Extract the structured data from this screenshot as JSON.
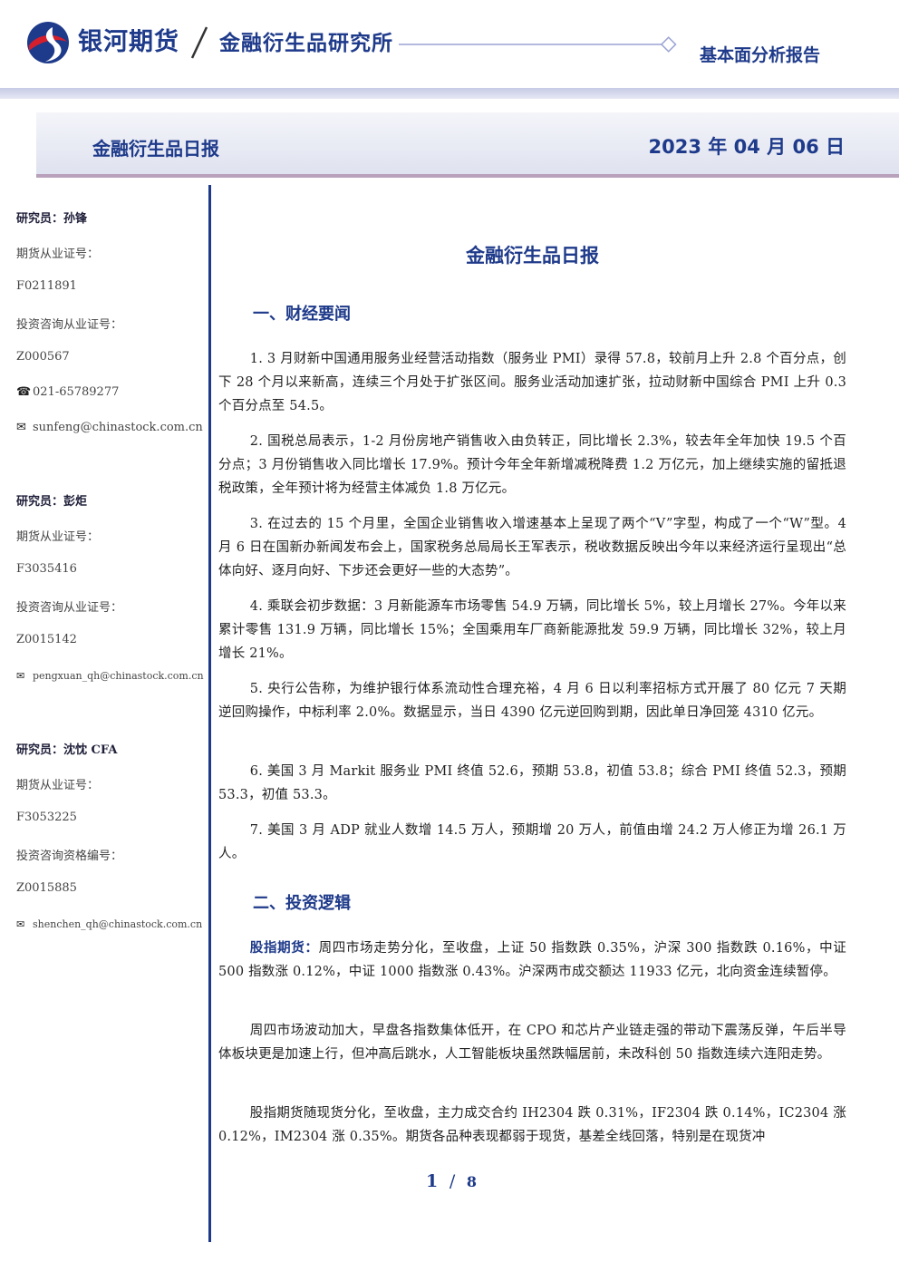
{
  "header": {
    "brand": "银河期货",
    "institute": "金融衍生品研究所",
    "report_type": "基本面分析报告"
  },
  "title_band": {
    "series": "金融衍生品日报",
    "date": "2023 年 04 月 06 日"
  },
  "analysts": [
    {
      "name_line": "研究员：孙锋",
      "futures_label": "期货从业证号：",
      "futures_id": "F0211891",
      "consult_label": "投资咨询从业证号：",
      "consult_id": "Z000567",
      "phone": "021-65789277",
      "email": "sunfeng@chinastock.com.cn"
    },
    {
      "name_line": "研究员：彭炬",
      "futures_label": "期货从业证号：",
      "futures_id": "F3035416",
      "consult_label": "投资咨询从业证号：",
      "consult_id": "Z0015142",
      "email": "pengxuan_qh@chinastock.com.cn"
    },
    {
      "name_line": "研究员：沈忱 CFA",
      "futures_label": "期货从业证号：",
      "futures_id": "F3053225",
      "consult_label": "投资咨询资格编号：",
      "consult_id": "Z0015885",
      "email": "shenchen_qh@chinastock.com.cn"
    }
  ],
  "main": {
    "title": "金融衍生品日报",
    "section1": "一、财经要闻",
    "news": [
      "1. 3 月财新中国通用服务业经营活动指数（服务业 PMI）录得 57.8，较前月上升 2.8 个百分点，创下 28 个月以来新高，连续三个月处于扩张区间。服务业活动加速扩张，拉动财新中国综合 PMI 上升 0.3 个百分点至 54.5。",
      "2. 国税总局表示，1-2 月份房地产销售收入由负转正，同比增长 2.3%，较去年全年加快 19.5 个百分点；3 月份销售收入同比增长 17.9%。预计今年全年新增减税降费 1.2 万亿元，加上继续实施的留抵退税政策，全年预计将为经营主体减负 1.8 万亿元。",
      "3. 在过去的 15 个月里，全国企业销售收入增速基本上呈现了两个“V”字型，构成了一个“W”型。4 月 6 日在国新办新闻发布会上，国家税务总局局长王军表示，税收数据反映出今年以来经济运行呈现出“总体向好、逐月向好、下步还会更好一些的大态势”。",
      "4. 乘联会初步数据：3 月新能源车市场零售 54.9 万辆，同比增长 5%，较上月增长 27%。今年以来累计零售 131.9 万辆，同比增长 15%；全国乘用车厂商新能源批发 59.9 万辆，同比增长 32%，较上月增长 21%。",
      "5. 央行公告称，为维护银行体系流动性合理充裕，4 月 6 日以利率招标方式开展了 80 亿元 7 天期逆回购操作，中标利率 2.0%。数据显示，当日 4390 亿元逆回购到期，因此单日净回笼 4310 亿元。",
      "6. 美国 3 月 Markit 服务业 PMI 终值 52.6，预期 53.8，初值 53.8；综合 PMI 终值 52.3，预期 53.3，初值 53.3。",
      "7. 美国 3 月 ADP 就业人数增 14.5 万人，预期增 20 万人，前值由增 24.2 万人修正为增 26.1 万人。"
    ],
    "section2": "二、投资逻辑",
    "logic_lead": "股指期货：",
    "logic": [
      "周四市场走势分化，至收盘，上证 50 指数跌 0.35%，沪深 300 指数跌 0.16%，中证 500 指数涨 0.12%，中证 1000 指数涨 0.43%。沪深两市成交额达 11933 亿元，北向资金连续暂停。",
      "周四市场波动加大，早盘各指数集体低开，在 CPO 和芯片产业链走强的带动下震荡反弹，午后半导体板块更是加速上行，但冲高后跳水，人工智能板块虽然跌幅居前，未改科创 50 指数连续六连阳走势。",
      "股指期货随现货分化，至收盘，主力成交合约 IH2304 跌 0.31%，IF2304 跌 0.14%，IC2304 涨 0.12%，IM2304 涨 0.35%。期货各品种表现都弱于现货，基差全线回落，特别是在现货冲"
    ]
  },
  "page": {
    "current": "1",
    "separator": "/",
    "total": "8"
  }
}
